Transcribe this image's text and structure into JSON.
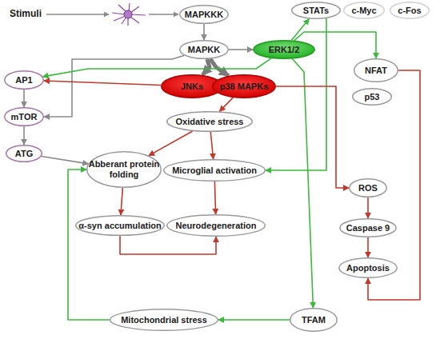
{
  "diagram": {
    "nodes": [
      {
        "text": [
          "MAPKKK"
        ]
      },
      {
        "text": [
          "STATs"
        ]
      },
      {
        "text": [
          "c-Myc"
        ]
      },
      {
        "text": [
          "c-Fos"
        ]
      },
      {
        "text": [
          "MAPKK"
        ]
      },
      {
        "text": [
          "ERK1/2"
        ]
      },
      {
        "text": [
          "NFAT"
        ]
      },
      {
        "text": [
          "p53"
        ]
      },
      {
        "text": [
          "AP1"
        ]
      },
      {
        "text": [
          "JNKs"
        ]
      },
      {
        "text": [
          "p38 MAPKs"
        ]
      },
      {
        "text": [
          "mTOR"
        ]
      },
      {
        "text": [
          "Oxidative stress"
        ]
      },
      {
        "text": [
          "ATG"
        ]
      },
      {
        "text": [
          "Abberant protein folding"
        ]
      },
      {
        "text": [
          "Microglial activation"
        ]
      },
      {
        "text": [
          "ROS"
        ]
      },
      {
        "text": [
          "α-syn accumulation"
        ]
      },
      {
        "text": [
          "Neurodegeneration"
        ]
      },
      {
        "text": [
          "Caspase 9"
        ]
      },
      {
        "text": [
          "Apoptosis"
        ]
      },
      {
        "text": [
          "Mitochondrial stress"
        ]
      },
      {
        "text": [
          "TFAM"
        ]
      }
    ],
    "edges": [
      {
        "from": 0,
        "to": 4,
        "arrow": "to"
      },
      {
        "from": 4,
        "to": 5,
        "arrow": "to"
      },
      {
        "from": 4,
        "to": 9,
        "arrow": "to"
      },
      {
        "from": 4,
        "to": 10,
        "arrow": "to"
      },
      {
        "from": 4,
        "to": 11,
        "arrow": "to"
      },
      {
        "from": 5,
        "to": 8,
        "arrow": "to"
      },
      {
        "from": 5,
        "to": 1,
        "arrow": "to"
      },
      {
        "from": 5,
        "to": 6,
        "arrow": "to"
      },
      {
        "from": 1,
        "to": 15,
        "arrow": "to"
      },
      {
        "from": 5,
        "to": 22,
        "arrow": "to"
      },
      {
        "from": 8,
        "to": 11,
        "arrow": "to"
      },
      {
        "from": 11,
        "to": 13,
        "arrow": "to"
      },
      {
        "from": 13,
        "to": 14,
        "arrow": "to"
      },
      {
        "from": 9,
        "to": 8,
        "arrow": "to"
      },
      {
        "from": 10,
        "to": 12,
        "arrow": "to"
      },
      {
        "from": 12,
        "to": 14,
        "arrow": "to"
      },
      {
        "from": 12,
        "to": 15,
        "arrow": "to"
      },
      {
        "from": 14,
        "to": 17,
        "arrow": "to"
      },
      {
        "from": 15,
        "to": 18,
        "arrow": "to"
      },
      {
        "from": 17,
        "to": 18,
        "arrow": "to"
      },
      {
        "from": 10,
        "to": 16,
        "arrow": "to"
      },
      {
        "from": 16,
        "to": 19,
        "arrow": "to"
      },
      {
        "from": 19,
        "to": 20,
        "arrow": "to"
      },
      {
        "from": 6,
        "to": 20,
        "arrow": "to"
      },
      {
        "from": 22,
        "to": 21,
        "arrow": "to"
      },
      {
        "from": 21,
        "to": 14,
        "arrow": "to"
      }
    ],
    "labels": [
      "Stimuli"
    ]
  }
}
